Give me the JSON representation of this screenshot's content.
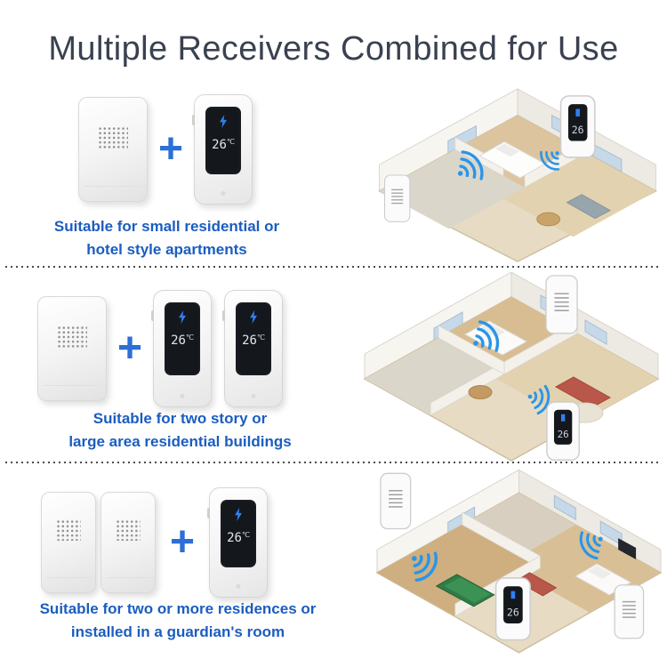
{
  "title": "Multiple Receivers Combined for Use",
  "plus": "+",
  "device": {
    "temperature": "26",
    "temperature_unit": "℃"
  },
  "sections": [
    {
      "transmitters": 1,
      "receivers": 1,
      "caption_line1": "Suitable for small residential or",
      "caption_line2": "hotel style apartments"
    },
    {
      "transmitters": 1,
      "receivers": 2,
      "caption_line1": "Suitable for two story or",
      "caption_line2": "large area residential buildings"
    },
    {
      "transmitters": 2,
      "receivers": 1,
      "caption_line1": "Suitable for two or more residences or",
      "caption_line2": "installed in a guardian's room"
    }
  ],
  "colors": {
    "title_color": "#3a4150",
    "caption_blue": "#1b5dc0",
    "plus_blue": "#2c6fd6",
    "wifi_blue": "#2a95e9"
  }
}
